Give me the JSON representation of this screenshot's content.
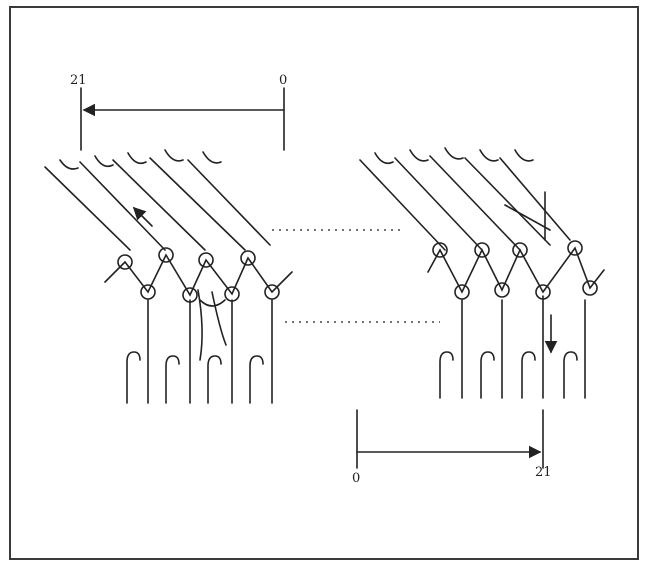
{
  "diagram": {
    "left_panel": {
      "scale_start_label": "21",
      "scale_end_label": "0"
    },
    "right_panel": {
      "scale_start_label": "0",
      "scale_end_label": "21"
    }
  },
  "colors": {
    "ink": "#222222",
    "frame": "#3a3a3a",
    "background": "#ffffff"
  },
  "icons": [
    "arrow-up-icon",
    "arrow-down-icon",
    "arrow-left-icon",
    "arrow-right-icon"
  ]
}
